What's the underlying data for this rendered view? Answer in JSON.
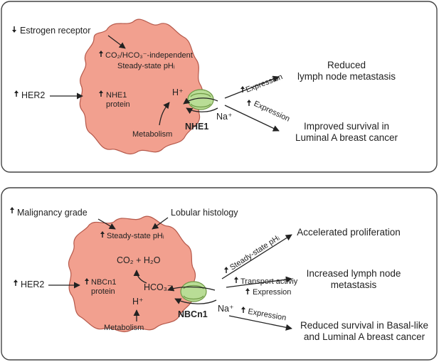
{
  "panel1": {
    "estrogen": "Estrogen receptor",
    "co2_line1": "CO₂/HCO₃⁻-independent",
    "co2_line2": "Steady-state pHᵢ",
    "her2": "HER2",
    "nhe1_protein_1": "NHE1",
    "nhe1_protein_2": "protein",
    "hplus": "H⁺",
    "naplus": "Na⁺",
    "metabolism": "Metabolism",
    "transporter": "NHE1",
    "expr1": "Expression",
    "expr2": "Expression",
    "out1_line1": "Reduced",
    "out1_line2": "lymph node metastasis",
    "out2_line1": "Improved survival in",
    "out2_line2": "Luminal A breast cancer"
  },
  "panel2": {
    "malignancy": "Malignancy grade",
    "lobular": "Lobular histology",
    "steady": "Steady-state pHᵢ",
    "co2h2o": "CO₂ + H₂O",
    "her2": "HER2",
    "nbc_protein_1": "NBCn1",
    "nbc_protein_2": "protein",
    "hco3": "HCO₃⁻",
    "hplus": "H⁺",
    "naplus": "Na⁺",
    "metabolism": "Metabolism",
    "transporter": "NBCn1",
    "arrow_steady": "Steady-state pHᵢ",
    "transport": "Transport activiy",
    "expr_a": "Expression",
    "expr_b": "Expression",
    "out1": "Accelerated proliferation",
    "out2_line1": "Increased lymph node",
    "out2_line2": "metastasis",
    "out3_line1": "Reduced survival in Basal-like",
    "out3_line2": "and Luminal A breast cancer"
  },
  "colors": {
    "cell_fill": "#f2a08f",
    "cell_stroke": "#b5584a",
    "transporter_fill": "#b9dd96",
    "transporter_stroke": "#6f9a46",
    "panel_border": "#444444"
  }
}
